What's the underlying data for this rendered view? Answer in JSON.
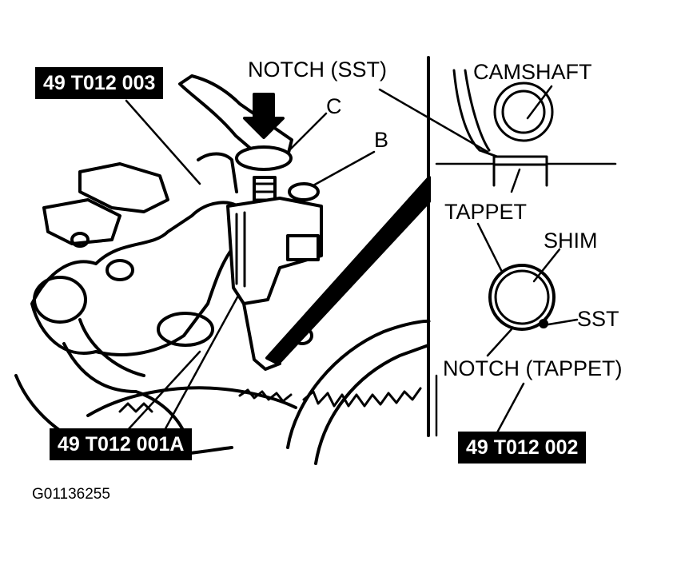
{
  "diagram": {
    "callouts": {
      "tool_003": "49 T012 003",
      "tool_001a": "49 T012 001A",
      "tool_002": "49 T012 002"
    },
    "labels": {
      "notch_sst": "NOTCH (SST)",
      "letter_c": "C",
      "letter_b": "B",
      "camshaft": "CAMSHAFT",
      "tappet": "TAPPET",
      "shim": "SHIM",
      "sst": "SST",
      "notch_tappet": "NOTCH (TAPPET)"
    },
    "figure_id": "G01136255"
  },
  "colors": {
    "ink": "#000000",
    "paper": "#ffffff"
  }
}
